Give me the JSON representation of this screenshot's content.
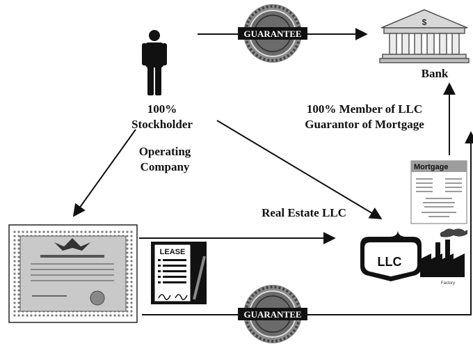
{
  "stockholder": {
    "line1": "100%",
    "line2": "Stockholder"
  },
  "operating_company": {
    "line1": "Operating",
    "line2": "Company"
  },
  "bank": {
    "label": "Bank"
  },
  "member": {
    "line1": "100%  Member of LLC",
    "line2": "Guarantor of Mortgage"
  },
  "real_estate_llc": {
    "label": "Real Estate LLC"
  },
  "guarantee_seal": {
    "text": "GUARANTEE"
  },
  "mortgage_doc": {
    "title": "Mortgage"
  },
  "lease_doc": {
    "title": "LEASE"
  },
  "llc_badge": {
    "text": "LLC"
  },
  "factory": {
    "caption": "Factory"
  },
  "colors": {
    "ink": "#111111",
    "seal": "#6b6b6b",
    "certificate": "#9a9a9a"
  }
}
